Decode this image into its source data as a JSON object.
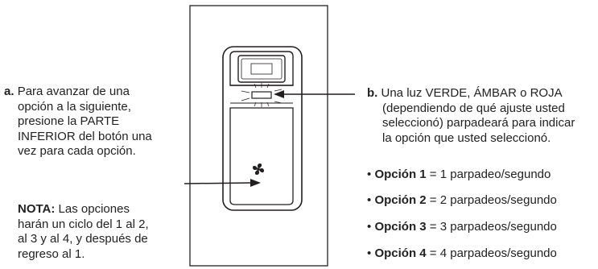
{
  "left_callout": {
    "marker": "a.",
    "lines": [
      "Para avanzar de una",
      "opción a la siguiente,",
      "presione la PARTE",
      "INFERIOR del botón una",
      "vez para cada opción."
    ]
  },
  "note": {
    "label": "NOTA:",
    "first_line_rest": " Las opciones",
    "lines": [
      "harán un ciclo del 1 al 2,",
      "al 3 y al 4, y después de",
      "regreso al 1."
    ]
  },
  "right_callout": {
    "marker": "b.",
    "first_line_rest": " Una luz VERDE, ÁMBAR o ROJA",
    "lines": [
      "(dependiendo de qué ajuste usted",
      "seleccionó) parpadeará para indicar",
      "la opción que usted seleccionó."
    ]
  },
  "options": [
    {
      "bullet": "•",
      "label": "Opción 1",
      "text": " = 1 parpadeo/segundo"
    },
    {
      "bullet": "•",
      "label": "Opción 2",
      "text": " = 2 parpadeos/segundo"
    },
    {
      "bullet": "•",
      "label": "Opción 3",
      "text": " = 3 parpadeos/segundo"
    },
    {
      "bullet": "•",
      "label": "Opción 4",
      "text": " = 4 parpadeos/segundo"
    }
  ],
  "colors": {
    "line": "#231f20",
    "background": "#ffffff"
  }
}
